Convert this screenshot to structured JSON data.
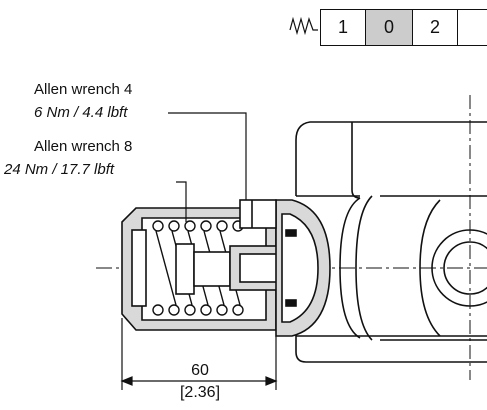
{
  "switch_table": {
    "cells": [
      "1",
      "0",
      "2"
    ],
    "active_index": 1,
    "active_color": "#cccccc"
  },
  "callouts": [
    {
      "tool": "Allen wrench 4",
      "torque": "6 Nm / 4.4 lbft"
    },
    {
      "tool": "Allen wrench 8",
      "torque": "24 Nm / 17.7 lbft"
    }
  ],
  "dimension": {
    "value": "60",
    "value_alt": "[2.36]"
  },
  "icons": {
    "spring": "spring-symbol-icon"
  },
  "colors": {
    "line": "#111111",
    "section_fill": "#d9d9d9",
    "active_cell": "#cccccc"
  }
}
